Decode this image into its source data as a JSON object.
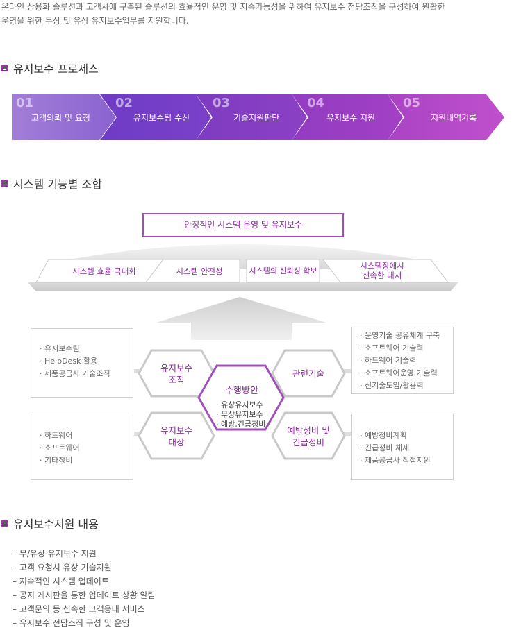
{
  "intro": {
    "line1": "온라인 상용화 솔루션과 고객사에 구축된 솔루션의 효율적인 운영 및 지속가능성을 위하여 유지보수 전담조직을 구성하여 원활한",
    "line2": "운영을 위한 무상 및 유상 유지보수업무를 지원합니다."
  },
  "sections": {
    "process_title": "유지보수 프로세스",
    "system_title": "시스템 기능별 조합",
    "content_title": "유지보수지원 내용"
  },
  "process": [
    {
      "num": "01",
      "label": "고객의뢰 및 요청"
    },
    {
      "num": "02",
      "label": "유지보수팀 수신"
    },
    {
      "num": "03",
      "label": "기술지원판단"
    },
    {
      "num": "04",
      "label": "유지보수 지원"
    },
    {
      "num": "05",
      "label": "지원내역기록"
    }
  ],
  "diagram": {
    "top": "안정적인 시스템 운영 및 유지보수",
    "pillars": [
      "시스템 효율 극대화",
      "시스템 안전성",
      "시스템의 신뢰성 확보",
      "시스템장애시",
      "신속한 대처"
    ],
    "left_top_box": [
      "유지보수팀",
      "HelpDesk 활용",
      "제품공급사 기술조직"
    ],
    "left_bottom_box": [
      "하드웨어",
      "소프트웨어",
      "기타장비"
    ],
    "right_top_box": [
      "운영기술 공유체계 구축",
      "소프트웨어 기술력",
      "하드웨어 기술력",
      "소프트웨어운영 기술력",
      "신기술도입/활용력"
    ],
    "right_bottom_box": [
      "예방정비계획",
      "긴급정비 체제",
      "제품공급사 직접지원"
    ],
    "hex_org": [
      "유지보수",
      "조직"
    ],
    "hex_target": [
      "유지보수",
      "대상"
    ],
    "hex_tech": "관련기술",
    "hex_prevent": [
      "예방정비 및",
      "긴급정비"
    ],
    "center": {
      "title": "수행방안",
      "items": [
        "· 유상유지보수",
        "· 무상유지보수",
        "· 예방,긴급정비"
      ]
    }
  },
  "content_items": [
    "– 무/유상 유지보수 지원",
    "– 고객 요청시 유상 기술지원",
    "– 지속적인 시스템 업데이트",
    "– 공지 게시판을 통한 업데이트 상황 알림",
    "– 고객문의 등 신속한 고객응대 서비스",
    "– 유지보수 전담조직 구성 및 운영"
  ],
  "colors": {
    "accent": "#9b2fae",
    "step1": "#9a70d6",
    "step2": "#7a3fc8",
    "step3": "#8a3fc4",
    "step4": "#9a3ec0",
    "step5": "#b44cc6"
  }
}
